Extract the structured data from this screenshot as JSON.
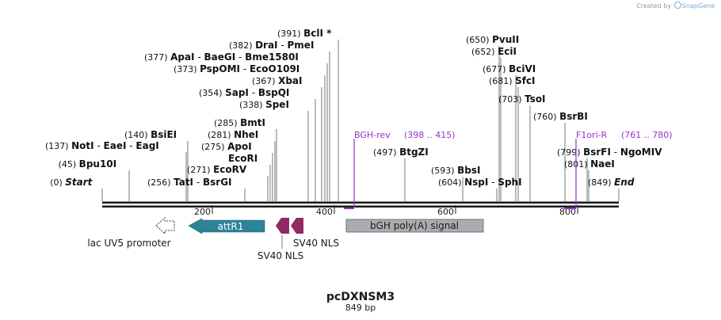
{
  "credit": {
    "prefix": "Created by",
    "brand": "SnapGene"
  },
  "plasmid": {
    "name": "pcDXNSM3",
    "length": "849 bp"
  },
  "sites": [
    {
      "pos": "(0)",
      "names": [
        {
          "t": "Start",
          "italic": true
        }
      ]
    },
    {
      "pos": "(45)",
      "names": [
        {
          "t": "Bpu10I"
        }
      ]
    },
    {
      "pos": "(137)",
      "names": [
        {
          "t": "NotI"
        },
        {
          "t": "EaeI"
        },
        {
          "t": "EagI"
        }
      ]
    },
    {
      "pos": "(140)",
      "names": [
        {
          "t": "BsiEI"
        }
      ]
    },
    {
      "pos": "(256)",
      "names": [
        {
          "t": "TatI"
        },
        {
          "t": "BsrGI"
        }
      ]
    },
    {
      "pos": "(271)",
      "names": [
        {
          "t": "EcoRV"
        }
      ]
    },
    {
      "pos": "",
      "names": [
        {
          "t": "EcoRI"
        }
      ]
    },
    {
      "pos": "(275)",
      "names": [
        {
          "t": "ApoI"
        }
      ]
    },
    {
      "pos": "(281)",
      "names": [
        {
          "t": "NheI"
        }
      ]
    },
    {
      "pos": "(285)",
      "names": [
        {
          "t": "BmtI"
        }
      ]
    },
    {
      "pos": "(338)",
      "names": [
        {
          "t": "SpeI"
        }
      ]
    },
    {
      "pos": "(354)",
      "names": [
        {
          "t": "SapI"
        },
        {
          "t": "BspQI"
        }
      ]
    },
    {
      "pos": "(367)",
      "names": [
        {
          "t": "XbaI"
        }
      ]
    },
    {
      "pos": "(373)",
      "names": [
        {
          "t": "PspOMI"
        },
        {
          "t": "EcoO109I"
        }
      ]
    },
    {
      "pos": "(377)",
      "names": [
        {
          "t": "ApaI"
        },
        {
          "t": "BaeGI"
        },
        {
          "t": "Bme1580I"
        }
      ]
    },
    {
      "pos": "(382)",
      "names": [
        {
          "t": "DraI"
        },
        {
          "t": "PmeI"
        }
      ]
    },
    {
      "pos": "(391)",
      "names": [
        {
          "t": "BclI *"
        }
      ]
    },
    {
      "pos": "(497)",
      "names": [
        {
          "t": "BtgZI"
        }
      ]
    },
    {
      "pos": "(593)",
      "names": [
        {
          "t": "BbsI"
        }
      ]
    },
    {
      "pos": "(604)",
      "names": [
        {
          "t": "NspI"
        },
        {
          "t": "SphI"
        }
      ]
    },
    {
      "pos": "(650)",
      "names": [
        {
          "t": "PvuII"
        }
      ]
    },
    {
      "pos": "(652)",
      "names": [
        {
          "t": "EciI"
        }
      ]
    },
    {
      "pos": "(677)",
      "names": [
        {
          "t": "BciVI"
        }
      ]
    },
    {
      "pos": "(681)",
      "names": [
        {
          "t": "SfcI"
        }
      ]
    },
    {
      "pos": "(703)",
      "names": [
        {
          "t": "TsoI"
        }
      ]
    },
    {
      "pos": "(760)",
      "names": [
        {
          "t": "BsrBI"
        }
      ]
    },
    {
      "pos": "(799)",
      "names": [
        {
          "t": "BsrFI"
        },
        {
          "t": "NgoMIV"
        }
      ]
    },
    {
      "pos": "(801)",
      "names": [
        {
          "t": "NaeI"
        }
      ]
    },
    {
      "pos": "(849)",
      "names": [
        {
          "t": "End",
          "italic": true
        }
      ]
    }
  ],
  "primers": [
    {
      "name": "BGH-rev",
      "range": "(398 .. 415)"
    },
    {
      "name": "F1ori-R",
      "range": "(761 .. 780)"
    }
  ],
  "ticks": [
    "200",
    "400",
    "600",
    "800"
  ],
  "features": [
    {
      "label": "attR1",
      "kind": "arrow-left"
    },
    {
      "label": "lac UV5 promoter",
      "kind": "outline-arrow-left"
    },
    {
      "label": "SV40 NLS",
      "kind": "small-arrow-left"
    },
    {
      "label": "SV40 NLS",
      "kind": "small-arrow-left"
    },
    {
      "label": "bGH poly(A) signal",
      "kind": "box"
    }
  ],
  "colors": {
    "backbone": "#1a1a1a",
    "attR1": "#2e8399",
    "nls": "#8f2a63",
    "polya": "#a9adb2",
    "primer": "#9a30c8",
    "siteline": "#555555"
  }
}
